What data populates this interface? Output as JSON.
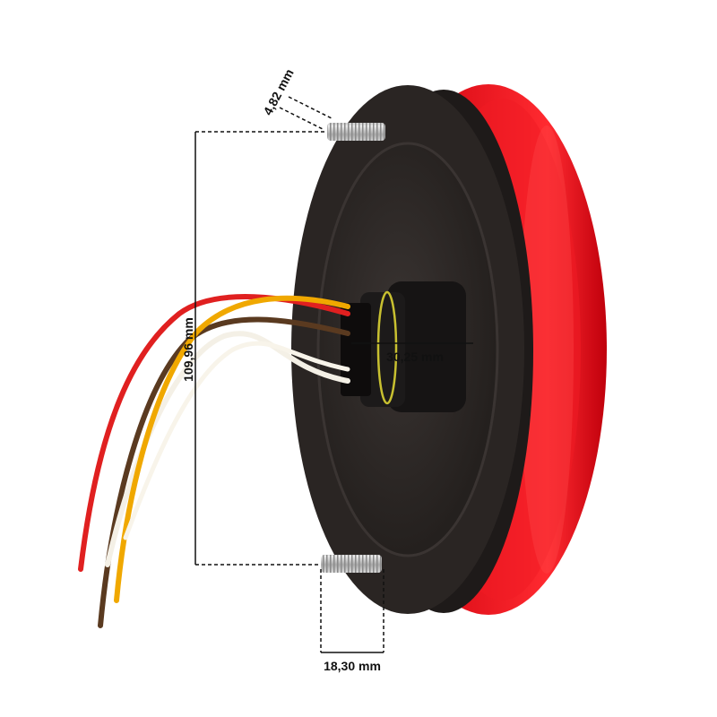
{
  "dimensions": {
    "height": "109,96 mm",
    "bolt_diameter": "4,82 mm",
    "connector_width": "30,25 mm",
    "bolt_length": "18,30 mm"
  },
  "colors": {
    "lens_red": "#e0101a",
    "lens_dark_red": "#a8000a",
    "housing": "#2a2523",
    "wire_red": "#e02020",
    "wire_yellow": "#f0a800",
    "wire_brown": "#5a3a20",
    "wire_white": "#f4f0e6",
    "bolt": "#c0c0c0"
  }
}
